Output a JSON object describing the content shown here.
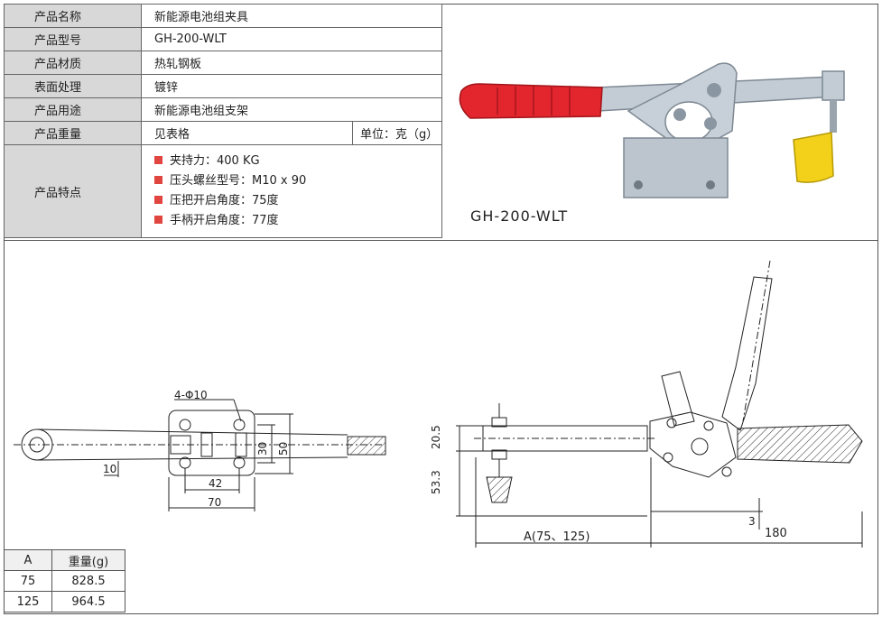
{
  "specs": [
    {
      "label": "产品名称",
      "value": "新能源电池组夹具"
    },
    {
      "label": "产品型号",
      "value": "GH-200-WLT"
    },
    {
      "label": "产品材质",
      "value": "热轧钢板"
    },
    {
      "label": "表面处理",
      "value": "镀锌"
    },
    {
      "label": "产品用途",
      "value": "新能源电池组支架"
    }
  ],
  "weight_row": {
    "label": "产品重量",
    "value": "见表格",
    "unit": "单位：克（g）"
  },
  "features": {
    "label": "产品特点",
    "items": [
      "夹持力：400 KG",
      "压头螺丝型号：M10 x 90",
      "压把开启角度：75度",
      "手柄开启角度：77度"
    ],
    "bullet_color": "#e0453f"
  },
  "photo_caption": "GH-200-WLT",
  "drawing": {
    "hole_label": "4-Φ10",
    "dim_10": "10",
    "dim_42": "42",
    "dim_70": "70",
    "dim_30": "30",
    "dim_50": "50",
    "dim_20_5": "20.5",
    "dim_53_3": "53.3",
    "dim_A": "A(75、125)",
    "dim_180": "180",
    "dim_3": "3"
  },
  "weight_table": {
    "headers": [
      "A",
      "重量(g)"
    ],
    "rows": [
      [
        "75",
        "828.5"
      ],
      [
        "125",
        "964.5"
      ]
    ]
  },
  "colors": {
    "handle_red": "#e3262e",
    "zinc": "#b9c3cc",
    "yellow_pad": "#f3d11a",
    "label_bg": "#d8d8d8"
  }
}
